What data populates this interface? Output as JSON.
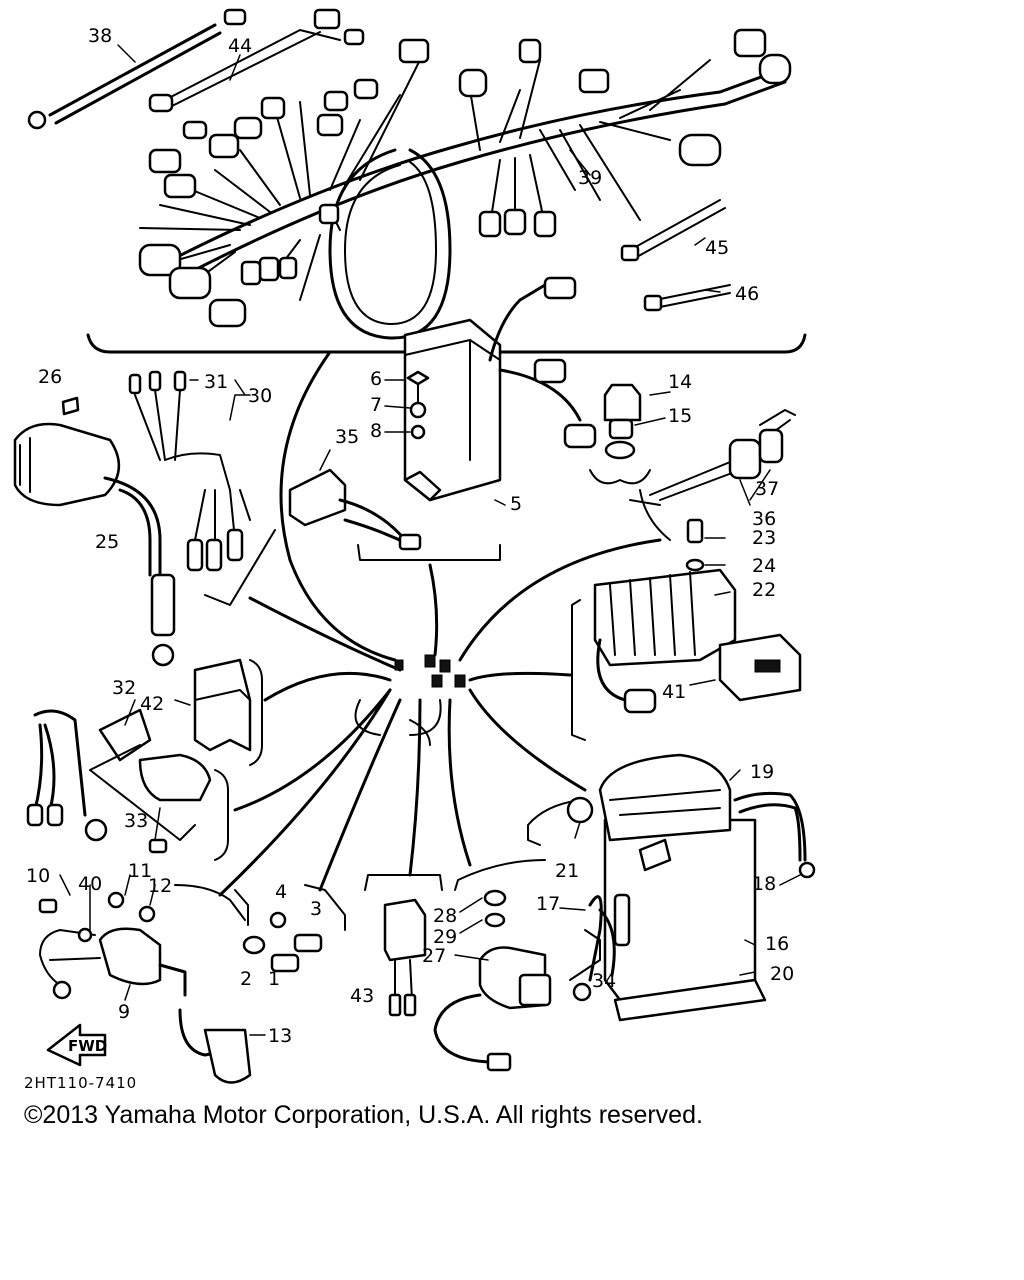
{
  "diagram": {
    "callouts": {
      "c1": "1",
      "c2": "2",
      "c3": "3",
      "c4": "4",
      "c5": "5",
      "c6": "6",
      "c7": "7",
      "c8": "8",
      "c9": "9",
      "c10": "10",
      "c11": "11",
      "c12": "12",
      "c13": "13",
      "c14": "14",
      "c15": "15",
      "c16": "16",
      "c17": "17",
      "c18": "18",
      "c19": "19",
      "c20": "20",
      "c21": "21",
      "c22": "22",
      "c23": "23",
      "c24": "24",
      "c25": "25",
      "c26": "26",
      "c27": "27",
      "c28": "28",
      "c29": "29",
      "c30": "30",
      "c31": "31",
      "c32": "32",
      "c33": "33",
      "c34": "34",
      "c35": "35",
      "c36": "36",
      "c37": "37",
      "c38": "38",
      "c39": "39",
      "c40": "40",
      "c41": "41",
      "c42": "42",
      "c43": "43",
      "c44": "44",
      "c45": "45",
      "c46": "46"
    },
    "direction_arrow": "FWD",
    "drawing_code": "2HT110-7410"
  },
  "footer": {
    "copyright": "©2013 Yamaha Motor Corporation, U.S.A. All rights reserved."
  }
}
